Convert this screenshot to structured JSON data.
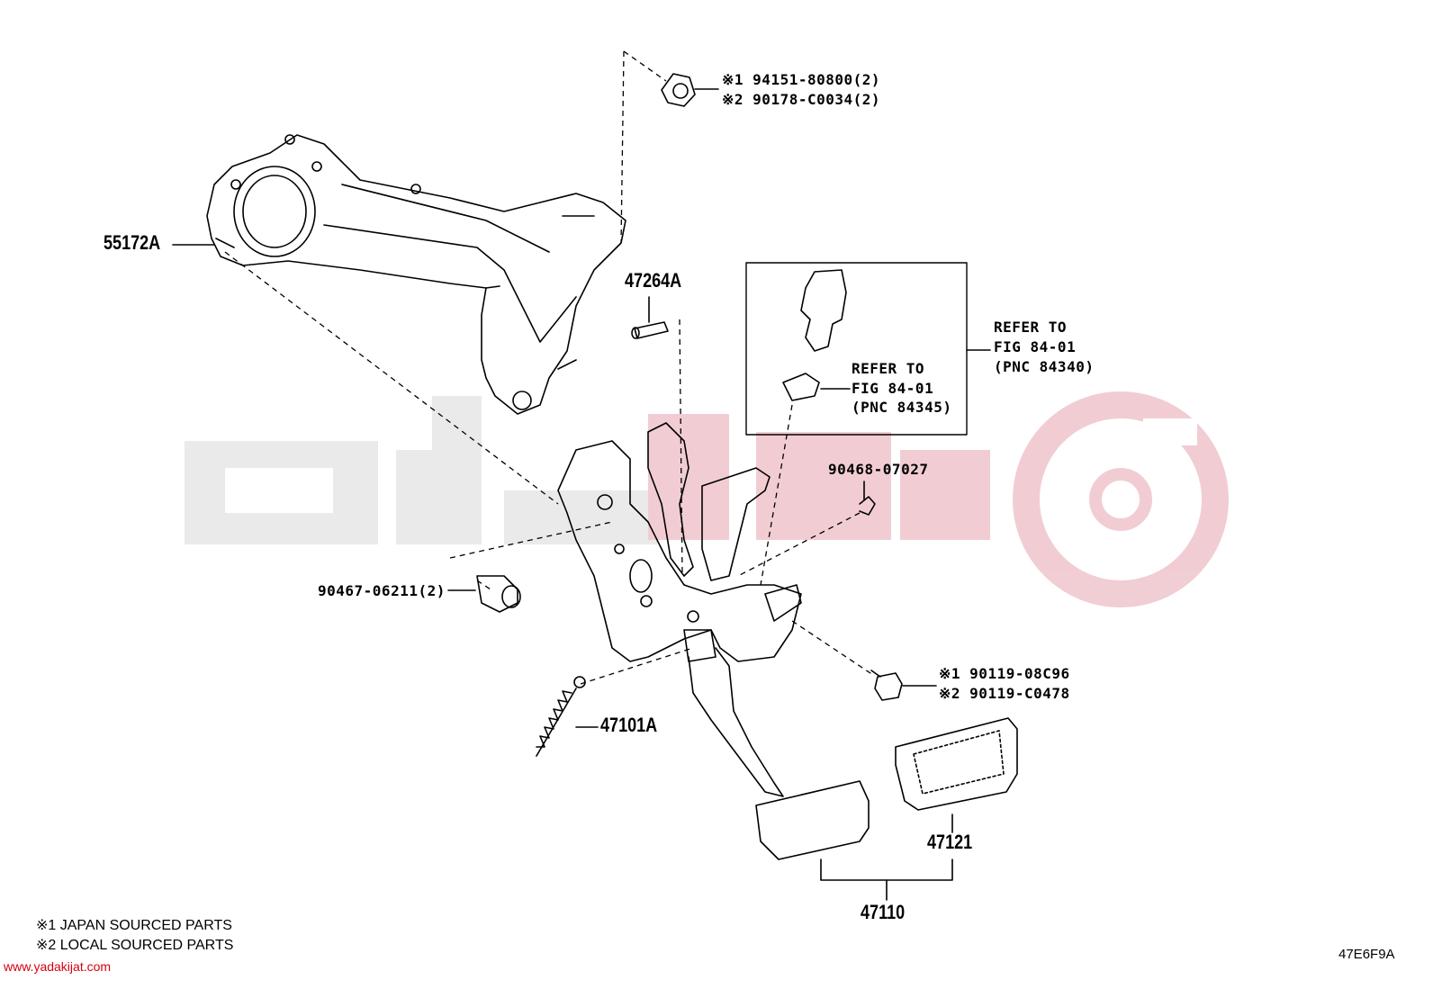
{
  "labels": {
    "bracket": "55172A",
    "nut_line1": "※1 94151-80800(2)",
    "nut_line2": "※2 90178-C0034(2)",
    "pin": "47264A",
    "refer_outer_1": "REFER TO",
    "refer_outer_2": "FIG 84-01",
    "refer_outer_3": "(PNC 84340)",
    "refer_inner_1": "REFER TO",
    "refer_inner_2": "FIG 84-01",
    "refer_inner_3": "(PNC 84345)",
    "clip": "90468-07027",
    "bushing": "90467-06211(2)",
    "bolt_line1": "※1 90119-08C96",
    "bolt_line2": "※2 90119-C0478",
    "spring": "47101A",
    "pedal_pad": "47121",
    "pedal_assy": "47110"
  },
  "notes": {
    "note1": "※1 JAPAN SOURCED PARTS",
    "note2": "※2 LOCAL SOURCED PARTS"
  },
  "watermark": {
    "url": "www.yadakijat.com",
    "brand_color": "#e8a8b0",
    "gray_color": "#e6e6e6"
  },
  "figure_code": "47E6F9A"
}
